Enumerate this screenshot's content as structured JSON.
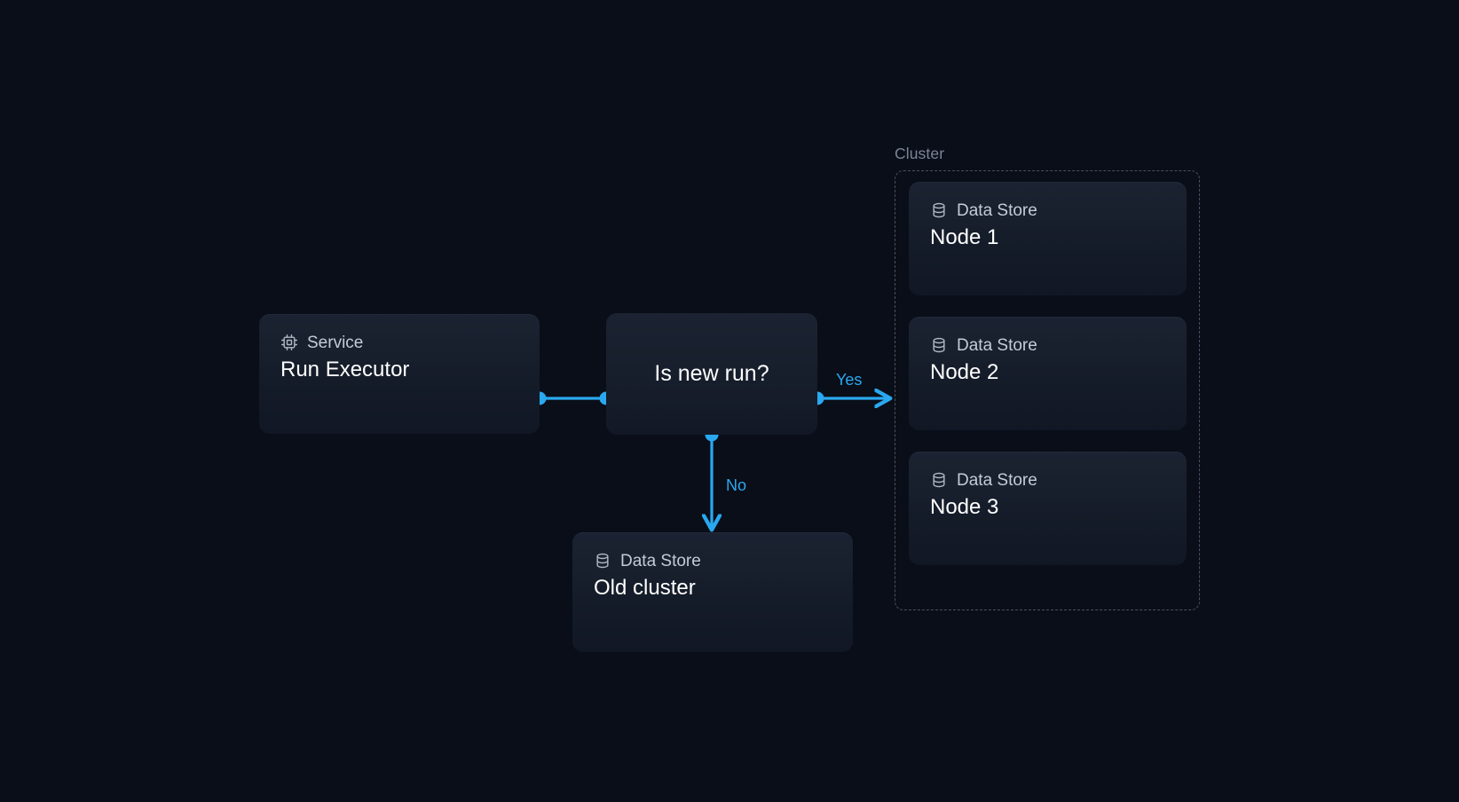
{
  "diagram": {
    "background_color": "#0a0e18",
    "accent_color": "#2aa8ef",
    "card_title_color": "#ffffff",
    "card_kind_color": "#c3cbd9",
    "group_label_color": "#7c8496",
    "group_border_color": "#49505f"
  },
  "group": {
    "label": "Cluster",
    "border_style": "dashed"
  },
  "nodes": {
    "run_executor": {
      "kind": "Service",
      "title": "Run Executor",
      "icon": "cpu-chip-icon"
    },
    "decision": {
      "title": "Is new run?"
    },
    "old_cluster": {
      "kind": "Data Store",
      "title": "Old cluster",
      "icon": "database-icon"
    },
    "node_1": {
      "kind": "Data Store",
      "title": "Node 1",
      "icon": "database-icon"
    },
    "node_2": {
      "kind": "Data Store",
      "title": "Node 2",
      "icon": "database-icon"
    },
    "node_3": {
      "kind": "Data Store",
      "title": "Node 3",
      "icon": "database-icon"
    }
  },
  "edges": {
    "executor_to_decision": {
      "label": "",
      "from": "run_executor",
      "to": "decision",
      "arrow": false
    },
    "decision_to_cluster": {
      "label": "Yes",
      "from": "decision",
      "to": "node_2",
      "arrow": true
    },
    "decision_to_old_cluster": {
      "label": "No",
      "from": "decision",
      "to": "old_cluster",
      "arrow": true
    }
  }
}
